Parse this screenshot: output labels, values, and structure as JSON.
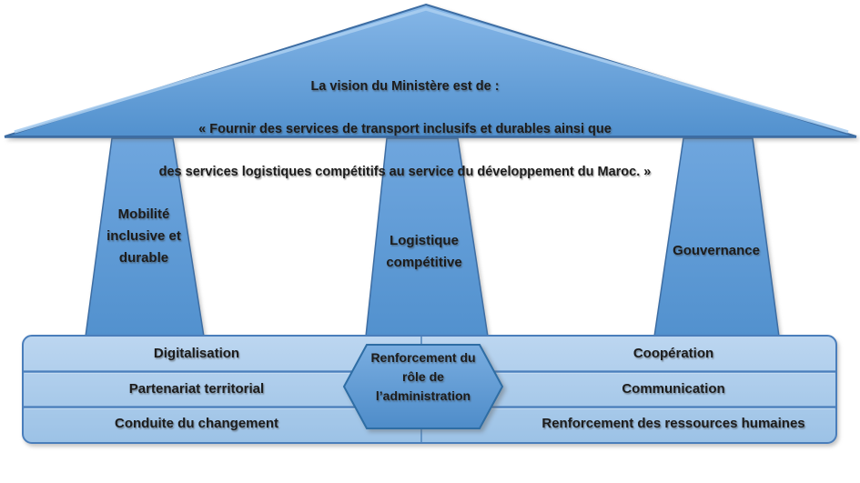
{
  "colors": {
    "pillar_blue": "#5B9BD5",
    "light_blue": "#A9CBE9",
    "border_blue": "#4A7EBB",
    "dark_border": "#3D6DA3",
    "highlight_blue": "#A8CDEF",
    "text": "#1C1C1C"
  },
  "roof": {
    "lines": [
      "La vision du Ministère est de :",
      "« Fournir des services de transport inclusifs et durables ainsi que",
      "des services logistiques compétitifs au service du développement du Maroc. »"
    ]
  },
  "pillars": [
    {
      "label": "Mobilité\ninclusive et\ndurable"
    },
    {
      "label": "Logistique\ncompétitive"
    },
    {
      "label": "Gouvernance"
    }
  ],
  "base": {
    "left_rows": [
      "Digitalisation",
      "Partenariat territorial",
      "Conduite du changement"
    ],
    "right_rows": [
      "Coopération",
      "Communication",
      "Renforcement des ressources humaines"
    ]
  },
  "hexagon": {
    "label": "Renforcement du\nrôle de\nl’administration"
  }
}
